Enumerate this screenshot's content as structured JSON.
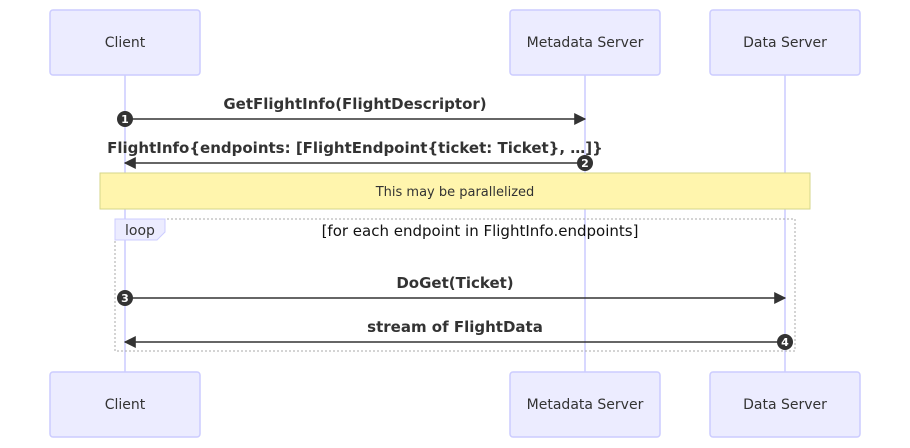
{
  "diagram": {
    "participants": [
      {
        "id": "client",
        "label": "Client"
      },
      {
        "id": "metadata",
        "label": "Metadata Server"
      },
      {
        "id": "data",
        "label": "Data Server"
      }
    ],
    "messages": [
      {
        "num": "1",
        "from": "client",
        "to": "metadata",
        "label": "GetFlightInfo(FlightDescriptor)"
      },
      {
        "num": "2",
        "from": "metadata",
        "to": "client",
        "label": "FlightInfo{endpoints: [FlightEndpoint{ticket: Ticket}, …]}"
      },
      {
        "num": "3",
        "from": "client",
        "to": "data",
        "label": "DoGet(Ticket)"
      },
      {
        "num": "4",
        "from": "data",
        "to": "client",
        "label": "stream of FlightData"
      }
    ],
    "note": {
      "text": "This may be parallelized"
    },
    "loop": {
      "label": "loop",
      "condition": "[for each endpoint in FlightInfo.endpoints]"
    }
  },
  "colors": {
    "actor_fill": "#ECECFF",
    "actor_border": "#CCCCFF",
    "lifeline": "#CCCCFF",
    "note_fill": "#FFF5AD",
    "note_border": "#D6D68A",
    "line": "#333333",
    "text": "#333333"
  }
}
